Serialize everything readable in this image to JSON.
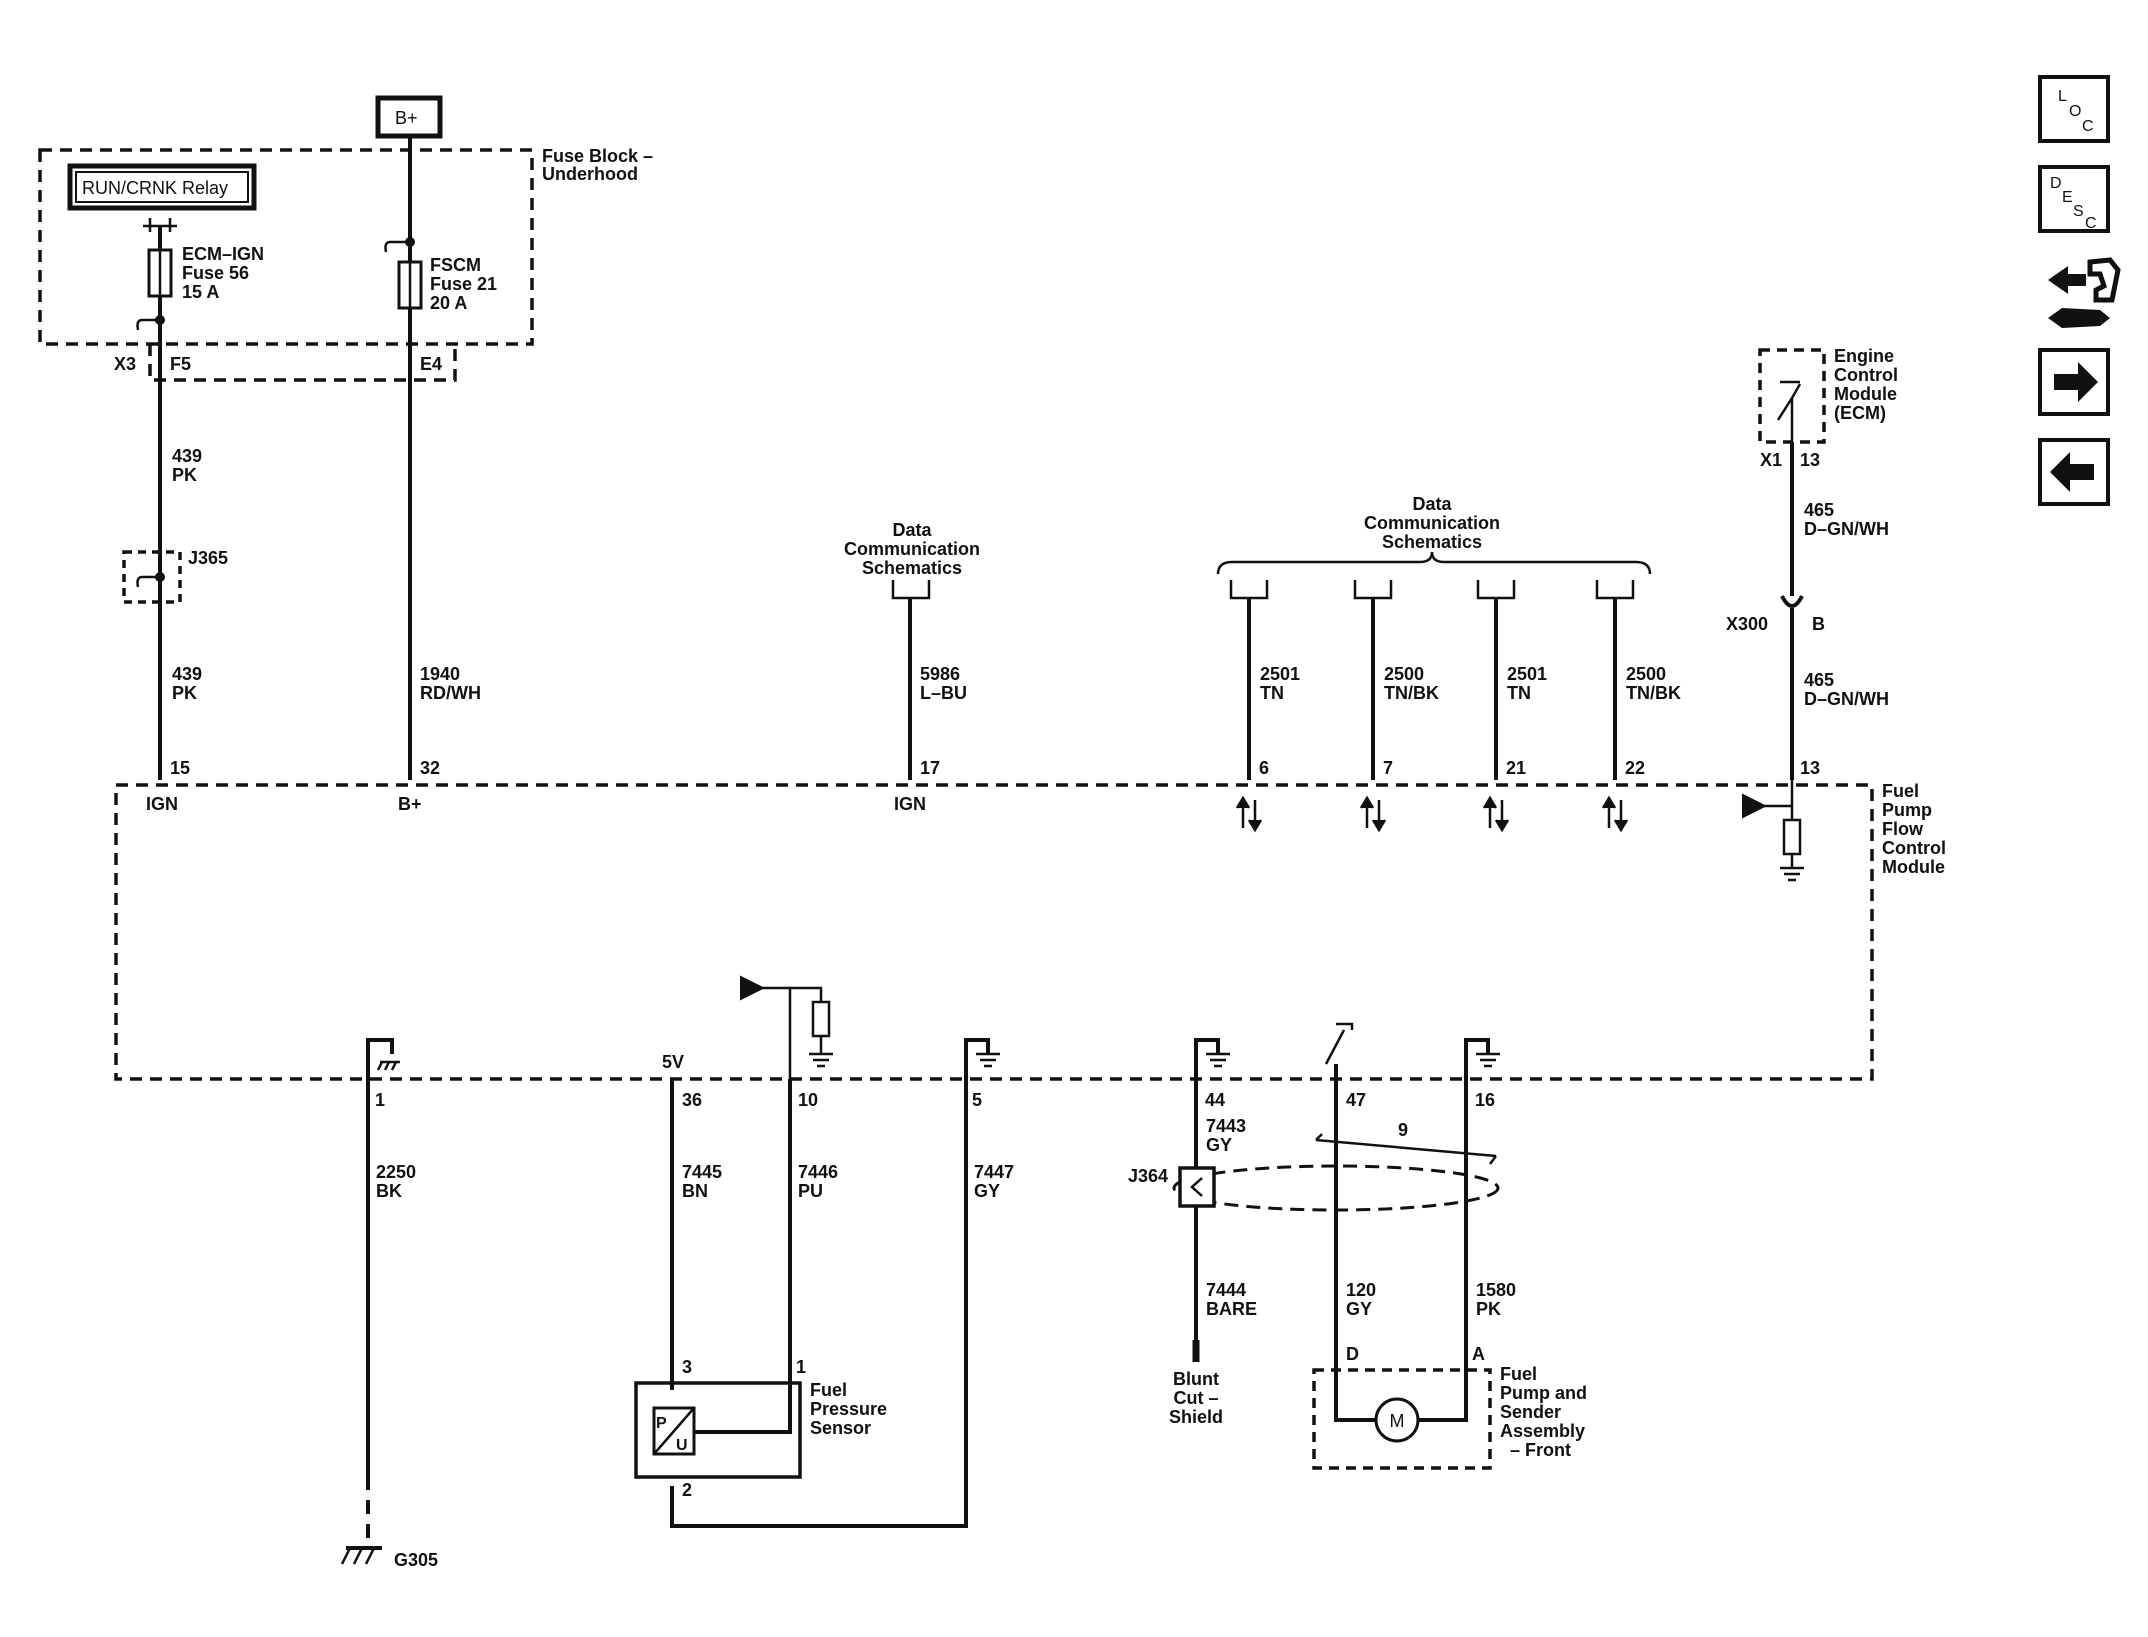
{
  "colors": {
    "ink": "#111111",
    "background": "#ffffff"
  },
  "nav": {
    "loc": [
      "L",
      "O",
      "C"
    ],
    "desc": [
      "D",
      "E",
      "S",
      "C"
    ],
    "icons": [
      "loc-button",
      "desc-button",
      "connector-view-icon",
      "next-arrow-icon",
      "previous-arrow-icon"
    ]
  },
  "top": {
    "battery": "B+",
    "relay": "RUN/CRNK Relay",
    "fuse_block": [
      "Fuse Block –",
      "Underhood"
    ],
    "fuse56": [
      "ECM–IGN",
      "Fuse 56",
      "15 A"
    ],
    "fuse21": [
      "FSCM",
      "Fuse 21",
      "20 A"
    ],
    "conn_x3": "X3",
    "pin_f5": "F5",
    "pin_e4": "E4",
    "splice_j365": "J365"
  },
  "wires_top": {
    "w439a": [
      "439",
      "PK"
    ],
    "w439b": [
      "439",
      "PK"
    ],
    "w1940": [
      "1940",
      "RD/WH"
    ],
    "w5986": [
      "5986",
      "L–BU"
    ],
    "w2501a": [
      "2501",
      "TN"
    ],
    "w2500a": [
      "2500",
      "TN/BK"
    ],
    "w2501b": [
      "2501",
      "TN"
    ],
    "w2500b": [
      "2500",
      "TN/BK"
    ],
    "w465a": [
      "465",
      "D–GN/WH"
    ],
    "w465b": [
      "465",
      "D–GN/WH"
    ]
  },
  "data_comm": {
    "single": [
      "Data",
      "Communication",
      "Schematics"
    ],
    "group": [
      "Data",
      "Communication",
      "Schematics"
    ]
  },
  "ecm": {
    "name": [
      "Engine",
      "Control",
      "Module",
      "(ECM)"
    ],
    "conn": "X1",
    "pin": "13",
    "inline_conn": "X300",
    "inline_pin": "B"
  },
  "module": {
    "name": [
      "Fuel",
      "Pump",
      "Flow",
      "Control",
      "Module"
    ],
    "top_pins": [
      "15",
      "32",
      "17",
      "6",
      "7",
      "21",
      "22",
      "13"
    ],
    "top_labels": [
      "IGN",
      "B+",
      "IGN"
    ],
    "bottom_pins": [
      "1",
      "36",
      "10",
      "5",
      "44",
      "47",
      "16"
    ],
    "five_v": "5V"
  },
  "wires_bottom": {
    "w2250": [
      "2250",
      "BK"
    ],
    "w7445": [
      "7445",
      "BN"
    ],
    "w7446": [
      "7446",
      "PU"
    ],
    "w7447": [
      "7447",
      "GY"
    ],
    "w7443": [
      "7443",
      "GY"
    ],
    "w7444": [
      "7444",
      "BARE"
    ],
    "w120": [
      "120",
      "GY"
    ],
    "w1580": [
      "1580",
      "PK"
    ],
    "twist": "9"
  },
  "sensor": {
    "name": [
      "Fuel",
      "Pressure",
      "Sensor"
    ],
    "pins": [
      "3",
      "1",
      "2"
    ],
    "pu": [
      "P",
      "U"
    ]
  },
  "pump": {
    "name": [
      "Fuel",
      "Pump and",
      "Sender",
      "Assembly",
      "– Front"
    ],
    "pins": [
      "D",
      "A"
    ],
    "motor": "M"
  },
  "shield": {
    "splice": "J364",
    "blunt": [
      "Blunt",
      "Cut –",
      "Shield"
    ]
  },
  "ground": "G305"
}
